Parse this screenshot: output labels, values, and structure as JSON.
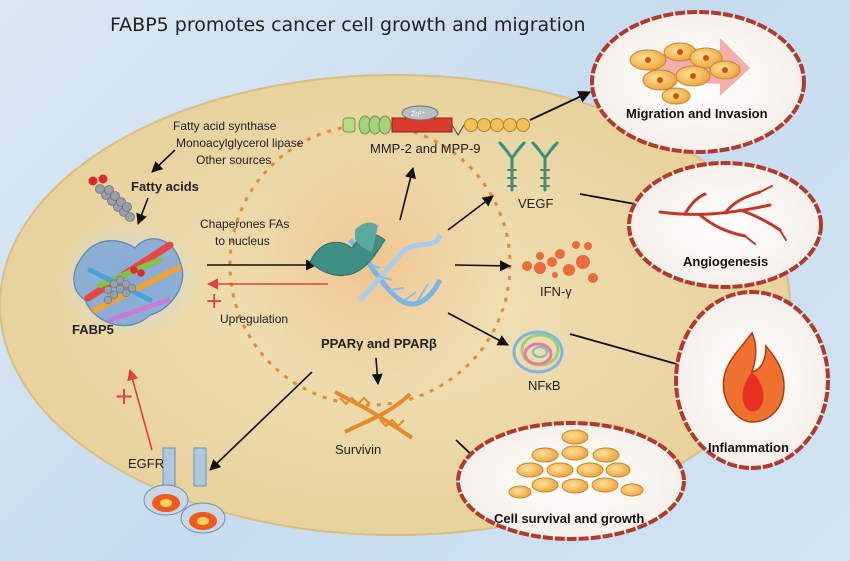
{
  "title": "FABP5 promotes cancer cell growth and migration",
  "sources": {
    "line1": "Fatty acid synthase",
    "line2": "Monoacylglycerol lipase",
    "line3": "Other sources"
  },
  "fatty_acids": "Fatty acids",
  "chaperones": {
    "line1": "Chaperones FAs",
    "line2": "to nucleus"
  },
  "fabp5": "FABP5",
  "upregulation": "Upregulation",
  "plus_sign": "+",
  "egfr": "EGFR",
  "ppar": "PPARγ and PPARβ",
  "mmp": "MMP-2 and MPP-9",
  "zn_label": "Zn²⁺",
  "vegf": "VEGF",
  "ifn": "IFN-γ",
  "nfkb": "NFκB",
  "survivin": "Survivin",
  "outcomes": {
    "migration": "Migration and Invasion",
    "angiogenesis": "Angiogenesis",
    "inflammation": "Inflammation",
    "survival": "Cell survival and growth"
  },
  "colors": {
    "cell_fill": "#ead7a8",
    "bubble_border": "#b03a2e",
    "arrow_red": "#e04040",
    "nucleus_dash": "#e8883a",
    "fabp5_blue": "#8fb8e0",
    "dna_teal": "#3f8f84"
  }
}
